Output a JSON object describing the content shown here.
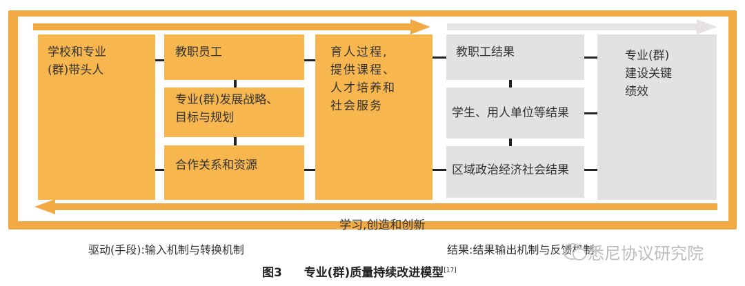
{
  "boxes": {
    "leaders": "学校和专业\n(群)带头人",
    "staff": "教职员工",
    "strategy": "专业(群)发展战略、\n目标与规划",
    "resources": "合作关系和资源",
    "process": "育人过程,\n提供课程、\n人才培养和\n社会服务",
    "staff_results": "教职工结果",
    "student_results": "学生、用人单位等结果",
    "regional_results": "区域政治经济社会结果",
    "kpi": "专业(群)\n建设关键\n绩效"
  },
  "labels": {
    "feedback_arrow": "学习,创造和创新",
    "driver": "驱动(手段):输入机制与转换机制",
    "results": "结果:结果输出机制与反馈机制"
  },
  "caption": {
    "figure_number": "图3",
    "title": "专业(群)质量持续改进模型",
    "citation": "[17]"
  },
  "watermark": "悉尼协议研究院",
  "colors": {
    "frame": "#f2aa45",
    "orange_box": "#f7b64e",
    "grey_box": "#e4e1e1",
    "top_arrow_orange": "#f2aa45",
    "top_arrow_grey": "#e7e3e3"
  }
}
